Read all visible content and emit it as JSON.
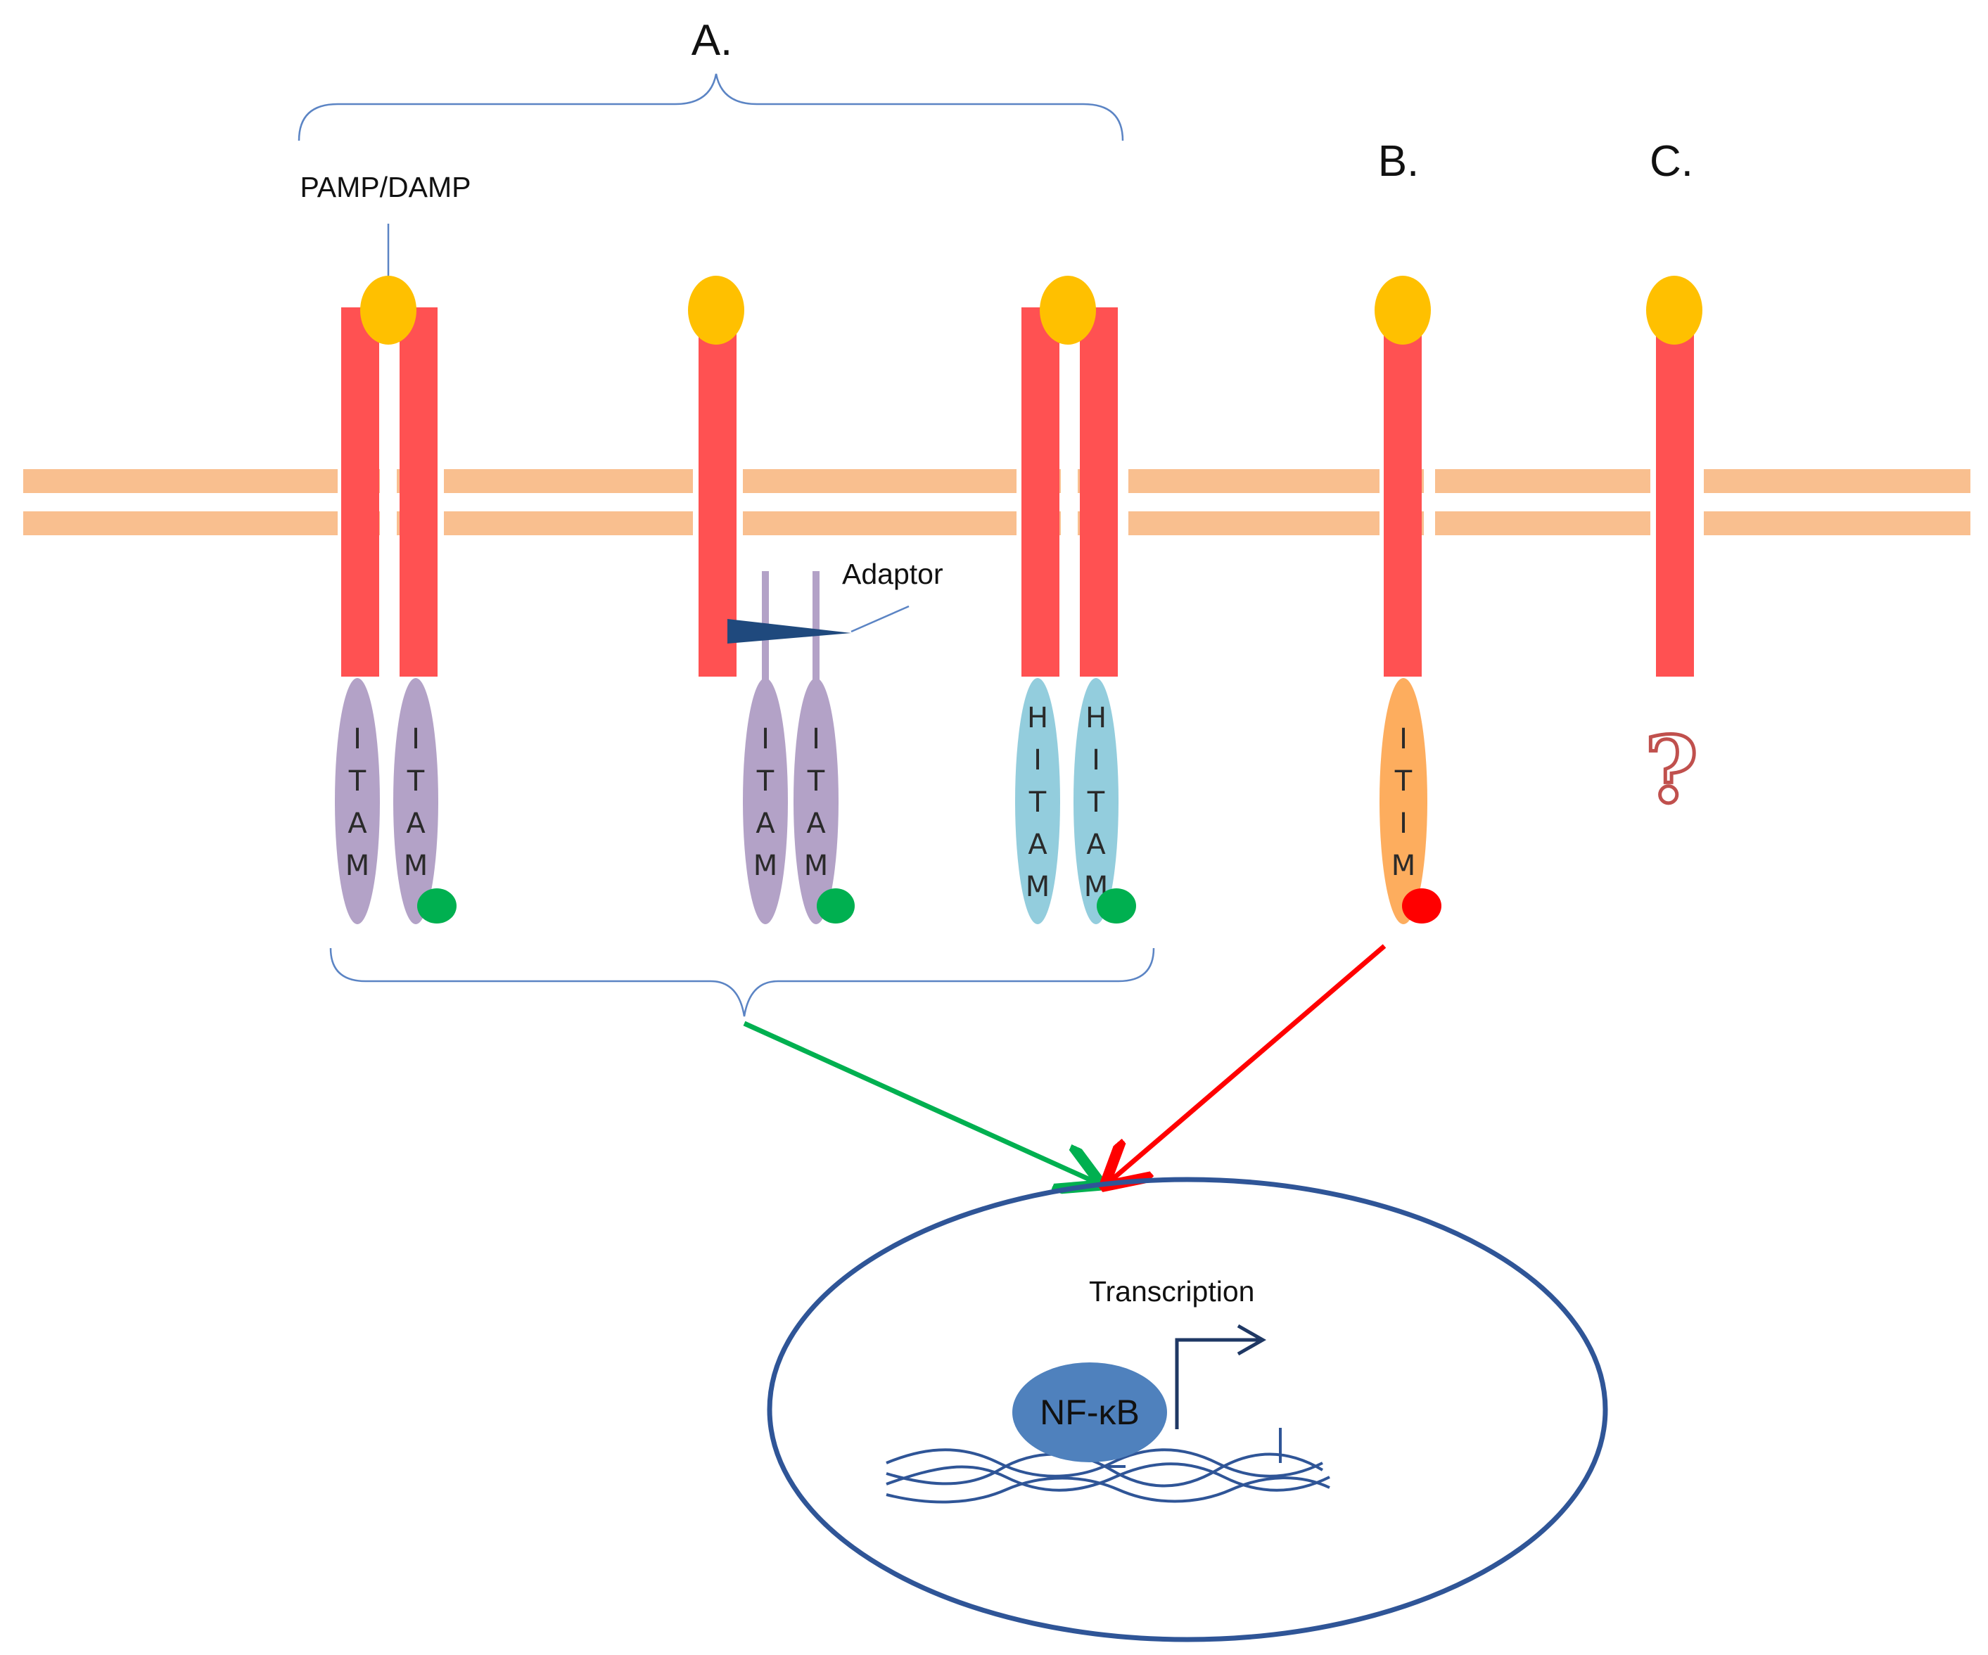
{
  "labels": {
    "group_a": "A.",
    "group_b": "B.",
    "group_c": "C.",
    "ligand": "PAMP/DAMP",
    "adaptor": "Adaptor",
    "transcription": "Transcription",
    "nfkb": "NF-κB",
    "unknown": "?"
  },
  "motifs": {
    "itam": [
      "I",
      "T",
      "A",
      "M"
    ],
    "hitam": [
      "H",
      "I",
      "T",
      "A",
      "M"
    ],
    "itim": [
      "I",
      "T",
      "I",
      "M"
    ]
  },
  "colors": {
    "receptor": "#ff5152",
    "ligand": "#ffc000",
    "membrane": "#f9bf8f",
    "itam": "#b3a2c7",
    "hitam": "#93cddd",
    "itim": "#fdad5e",
    "activation_dot": "#00b050",
    "inhibition_dot": "#ff0000",
    "activation_arrow": "#00b050",
    "inhibition_arrow": "#ff0000",
    "bracket": "#5b84c4",
    "nucleus": "#2f5597",
    "nfkb": "#4f81bd",
    "adaptor": "#1f497d",
    "question": "#c0504d"
  }
}
